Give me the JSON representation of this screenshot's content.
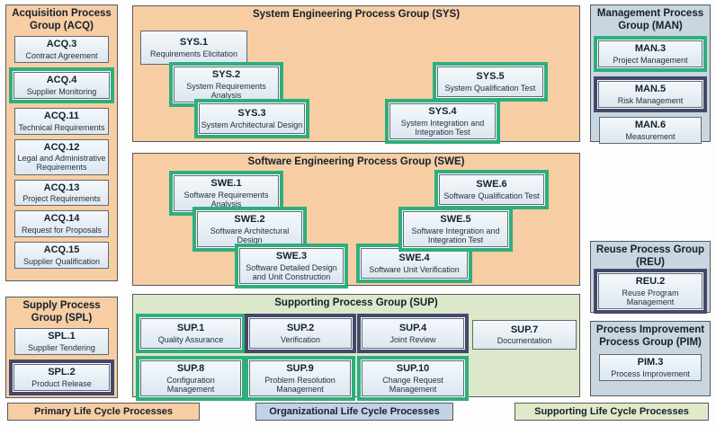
{
  "colors": {
    "primary_bg": "#F7CDA4",
    "organizational_bg": "#C8D6E2",
    "supporting_bg": "#DCE8C9",
    "legend_primary": "#F7CDA4",
    "legend_organizational": "#C2D2E6",
    "legend_supporting": "#E0EAC9",
    "highlight_green": "#2FAE7D",
    "highlight_navy": "#45486B"
  },
  "groups": {
    "acq": {
      "title": "Acquisition Process Group (ACQ)",
      "items": [
        {
          "code": "ACQ.3",
          "label": "Contract Agreement",
          "highlight": "none"
        },
        {
          "code": "ACQ.4",
          "label": "Supplier Monitoring",
          "highlight": "green"
        },
        {
          "code": "ACQ.11",
          "label": "Technical Requirements",
          "highlight": "none"
        },
        {
          "code": "ACQ.12",
          "label": "Legal and Administrative Requirements",
          "highlight": "none"
        },
        {
          "code": "ACQ.13",
          "label": "Project Requirements",
          "highlight": "none"
        },
        {
          "code": "ACQ.14",
          "label": "Request for Proposals",
          "highlight": "none"
        },
        {
          "code": "ACQ.15",
          "label": "Supplier Qualification",
          "highlight": "none"
        }
      ]
    },
    "spl": {
      "title": "Supply Process Group (SPL)",
      "items": [
        {
          "code": "SPL.1",
          "label": "Supplier Tendering",
          "highlight": "none"
        },
        {
          "code": "SPL.2",
          "label": "Product Release",
          "highlight": "navy"
        }
      ]
    },
    "sys": {
      "title": "System Engineering Process Group (SYS)",
      "items": [
        {
          "code": "SYS.1",
          "label": "Requirements Elicitation",
          "highlight": "none"
        },
        {
          "code": "SYS.2",
          "label": "System Requirements Analysis",
          "highlight": "green"
        },
        {
          "code": "SYS.3",
          "label": "System Architectural Design",
          "highlight": "green"
        },
        {
          "code": "SYS.4",
          "label": "System Integration and Integration Test",
          "highlight": "green"
        },
        {
          "code": "SYS.5",
          "label": "System Qualification Test",
          "highlight": "green"
        }
      ]
    },
    "swe": {
      "title": "Software Engineering Process Group (SWE)",
      "items": [
        {
          "code": "SWE.1",
          "label": "Software Requirements Analysis",
          "highlight": "green"
        },
        {
          "code": "SWE.2",
          "label": "Software Architectural Design",
          "highlight": "green"
        },
        {
          "code": "SWE.3",
          "label": "Software Detailed Design and Unit Construction",
          "highlight": "green"
        },
        {
          "code": "SWE.4",
          "label": "Software Unit Verification",
          "highlight": "green"
        },
        {
          "code": "SWE.5",
          "label": "Software Integration and Integration Test",
          "highlight": "green"
        },
        {
          "code": "SWE.6",
          "label": "Software Qualification Test",
          "highlight": "green"
        }
      ]
    },
    "man": {
      "title": "Management Process Group (MAN)",
      "items": [
        {
          "code": "MAN.3",
          "label": "Project Management",
          "highlight": "green"
        },
        {
          "code": "MAN.5",
          "label": "Risk Management",
          "highlight": "navy"
        },
        {
          "code": "MAN.6",
          "label": "Measurement",
          "highlight": "none"
        }
      ]
    },
    "reu": {
      "title": "Reuse Process Group (REU)",
      "items": [
        {
          "code": "REU.2",
          "label": "Reuse Program Management",
          "highlight": "navy"
        }
      ]
    },
    "pim": {
      "title": "Process Improvement Process Group (PIM)",
      "items": [
        {
          "code": "PIM.3",
          "label": "Process Improvement",
          "highlight": "none"
        }
      ]
    },
    "sup": {
      "title": "Supporting Process Group (SUP)",
      "items": [
        {
          "code": "SUP.1",
          "label": "Quality Assurance",
          "highlight": "green"
        },
        {
          "code": "SUP.2",
          "label": "Verification",
          "highlight": "navy"
        },
        {
          "code": "SUP.4",
          "label": "Joint Review",
          "highlight": "navy"
        },
        {
          "code": "SUP.7",
          "label": "Documentation",
          "highlight": "none"
        },
        {
          "code": "SUP.8",
          "label": "Configuration Management",
          "highlight": "green"
        },
        {
          "code": "SUP.9",
          "label": "Problem Resolution Management",
          "highlight": "green"
        },
        {
          "code": "SUP.10",
          "label": "Change Request Management",
          "highlight": "green"
        }
      ]
    }
  },
  "legend": [
    {
      "label": "Primary Life Cycle Processes"
    },
    {
      "label": "Organizational Life Cycle Processes"
    },
    {
      "label": "Supporting Life Cycle Processes"
    }
  ]
}
